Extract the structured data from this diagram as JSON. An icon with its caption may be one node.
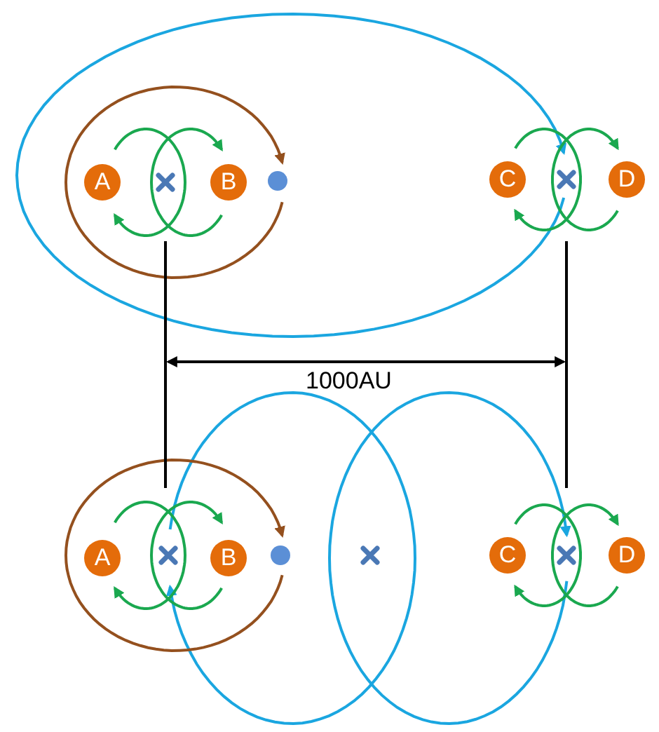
{
  "diagram": {
    "nodes": [
      {
        "text": [
          "A"
        ]
      },
      {
        "text": [
          "B"
        ]
      },
      {
        "text": [],
        "shape": "circle"
      },
      {
        "text": [
          "C"
        ]
      },
      {
        "text": [
          "D"
        ]
      },
      {
        "text": [
          "A"
        ]
      },
      {
        "text": [
          "B"
        ]
      },
      {
        "text": [],
        "shape": "circle"
      },
      {
        "text": [
          "C"
        ]
      },
      {
        "text": [
          "D"
        ]
      }
    ],
    "labels": [
      "1000AU"
    ]
  }
}
